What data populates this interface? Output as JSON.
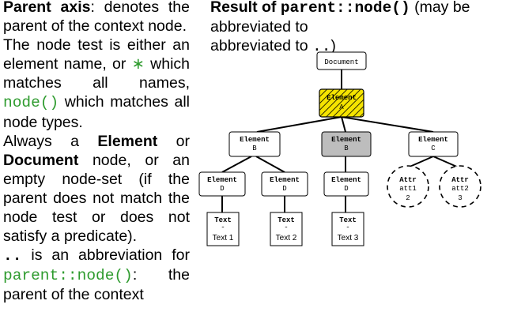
{
  "left": {
    "p1_strong": "Parent axis",
    "p1_rest": ": denotes the parent of the context node.",
    "p2_a": "The node test is either an element name, or ",
    "p2_star": "∗",
    "p2_b": " which matches all names, ",
    "p2_code": "node()",
    "p2_c": " which matches all node types.",
    "p3_a": "Always a ",
    "p3_el": "Element",
    "p3_b": " or ",
    "p3_doc": "Document",
    "p3_c": " node, or an empty node-set (if the parent does not match the node test or does not satisfy a predicate).",
    "p4_code1": "..",
    "p4_a": " is an abbreviation for ",
    "p4_code2": "parent::node()",
    "p4_b": ": the parent of the context"
  },
  "heading": {
    "result_of": "Result of ",
    "code": "parent::node()",
    "may_be": " (may be abbreviated to ",
    "abbrev": "..",
    "close": ")"
  },
  "tree": {
    "document": "Document",
    "root": {
      "title": "Element",
      "sub": "A"
    },
    "level2": [
      {
        "title": "Element",
        "sub": "B"
      },
      {
        "title": "Element",
        "sub": "B"
      },
      {
        "title": "Element",
        "sub": "C"
      }
    ],
    "level3": [
      {
        "title": "Element",
        "sub": "D"
      },
      {
        "title": "Element",
        "sub": "D"
      },
      {
        "title": "Element",
        "sub": "D"
      }
    ],
    "attrs": [
      {
        "title": "Attr",
        "sub": "att1",
        "num": "2"
      },
      {
        "title": "Attr",
        "sub": "att2",
        "num": "3"
      }
    ],
    "texts": [
      {
        "title": "Text",
        "dash": "-",
        "value": "Text 1"
      },
      {
        "title": "Text",
        "dash": "-",
        "value": "Text 2"
      },
      {
        "title": "Text",
        "dash": "-",
        "value": "Text 3"
      }
    ],
    "colors": {
      "highlight": "#f5e400",
      "selected_gray": "#bdbdbd",
      "link": "#000000"
    }
  }
}
